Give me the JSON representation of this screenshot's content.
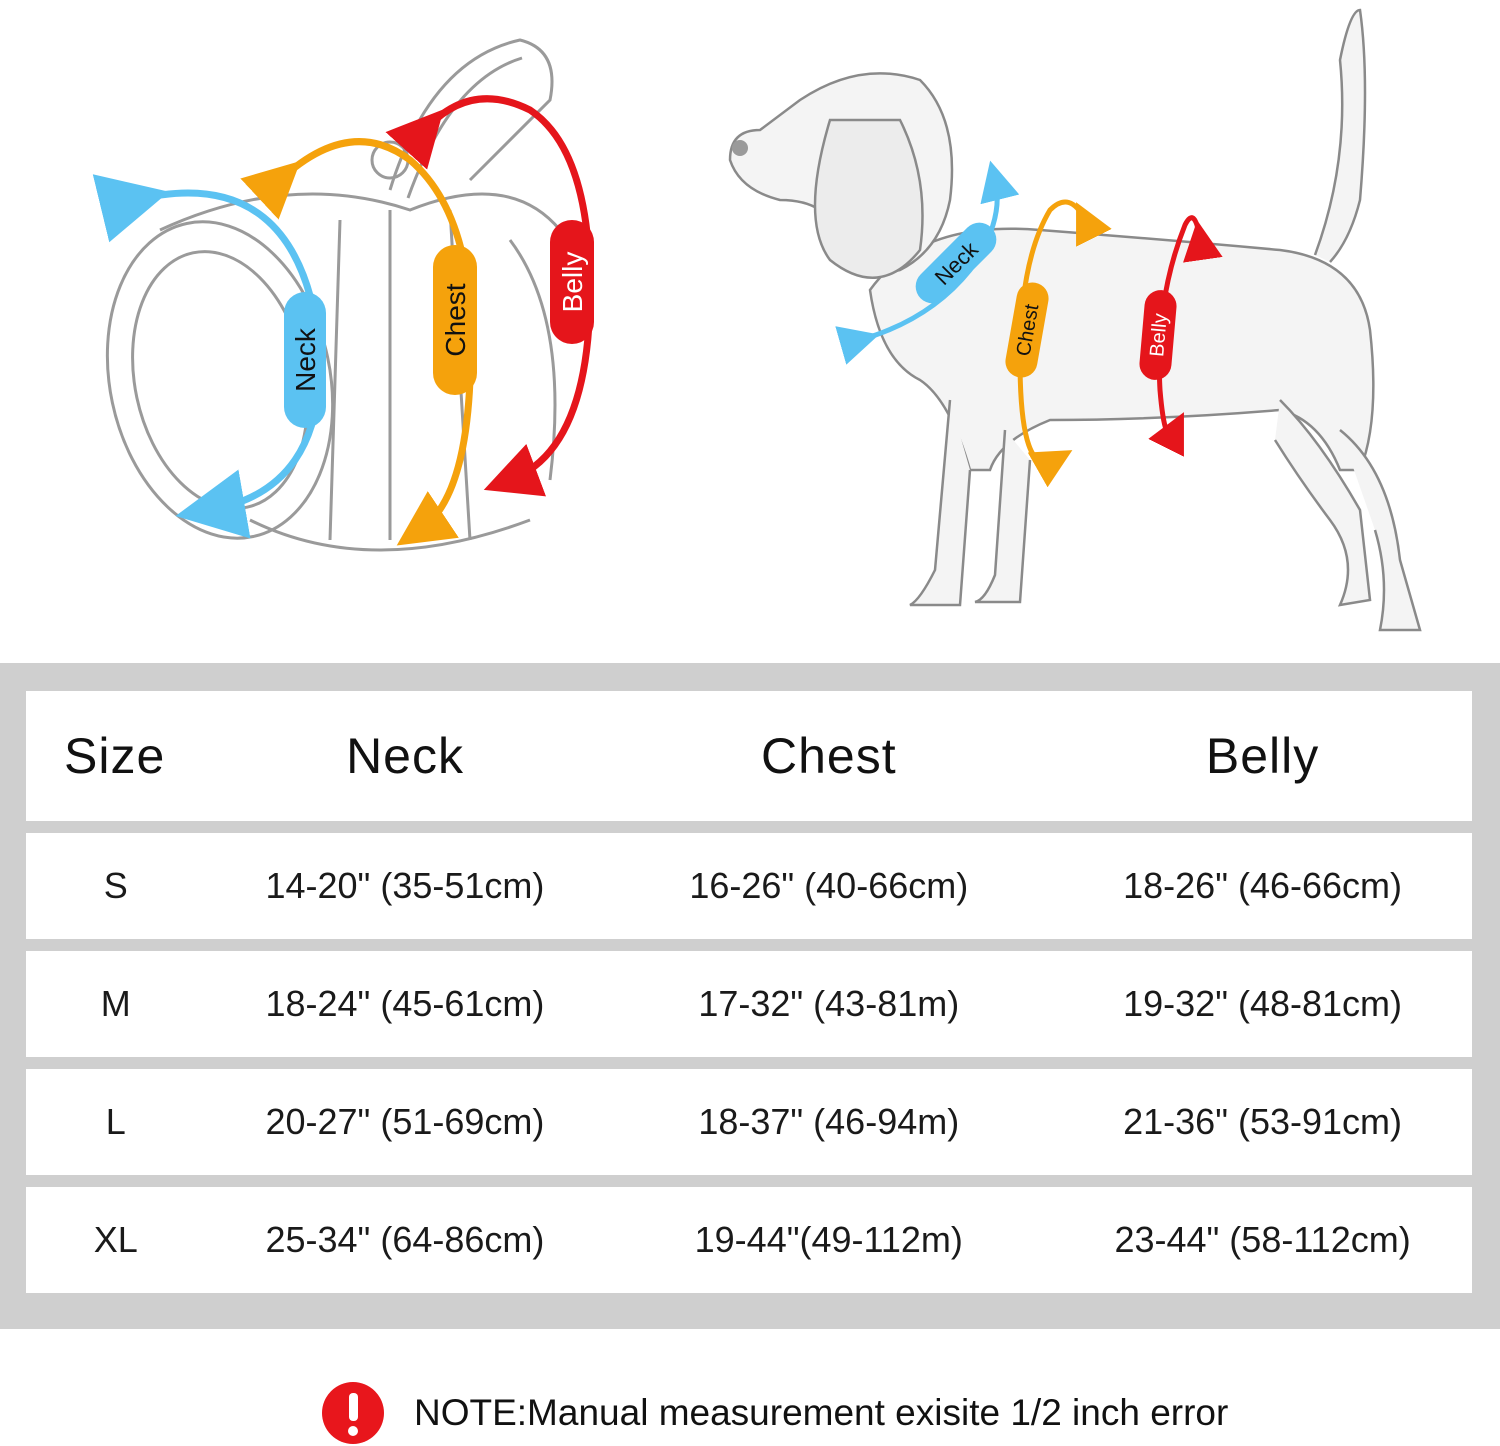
{
  "harness_tags": {
    "neck": "Neck",
    "chest": "Chest",
    "belly": "Belly"
  },
  "dog_tags": {
    "neck": "Neck",
    "chest": "Chest",
    "belly": "Belly"
  },
  "colors": {
    "neck": "#5bc2f2",
    "chest": "#f5a20c",
    "belly": "#e5151b",
    "table_frame": "#cfcfcf",
    "note_icon": "#e8161c"
  },
  "table": {
    "headers": {
      "size": "Size",
      "neck": "Neck",
      "chest": "Chest",
      "belly": "Belly"
    },
    "rows": [
      {
        "size": "S",
        "neck": "14-20\" (35-51cm)",
        "chest": "16-26\" (40-66cm)",
        "belly": "18-26\" (46-66cm)"
      },
      {
        "size": "M",
        "neck": "18-24\" (45-61cm)",
        "chest": "17-32\" (43-81m)",
        "belly": "19-32\" (48-81cm)"
      },
      {
        "size": "L",
        "neck": "20-27\" (51-69cm)",
        "chest": "18-37\" (46-94m)",
        "belly": "21-36\" (53-91cm)"
      },
      {
        "size": "XL",
        "neck": "25-34\" (64-86cm)",
        "chest": "19-44\"(49-112m)",
        "belly": "23-44\" (58-112cm)"
      }
    ]
  },
  "note": {
    "icon": "exclamation-icon",
    "text": "NOTE:Manual measurement exisite 1/2 inch error"
  }
}
